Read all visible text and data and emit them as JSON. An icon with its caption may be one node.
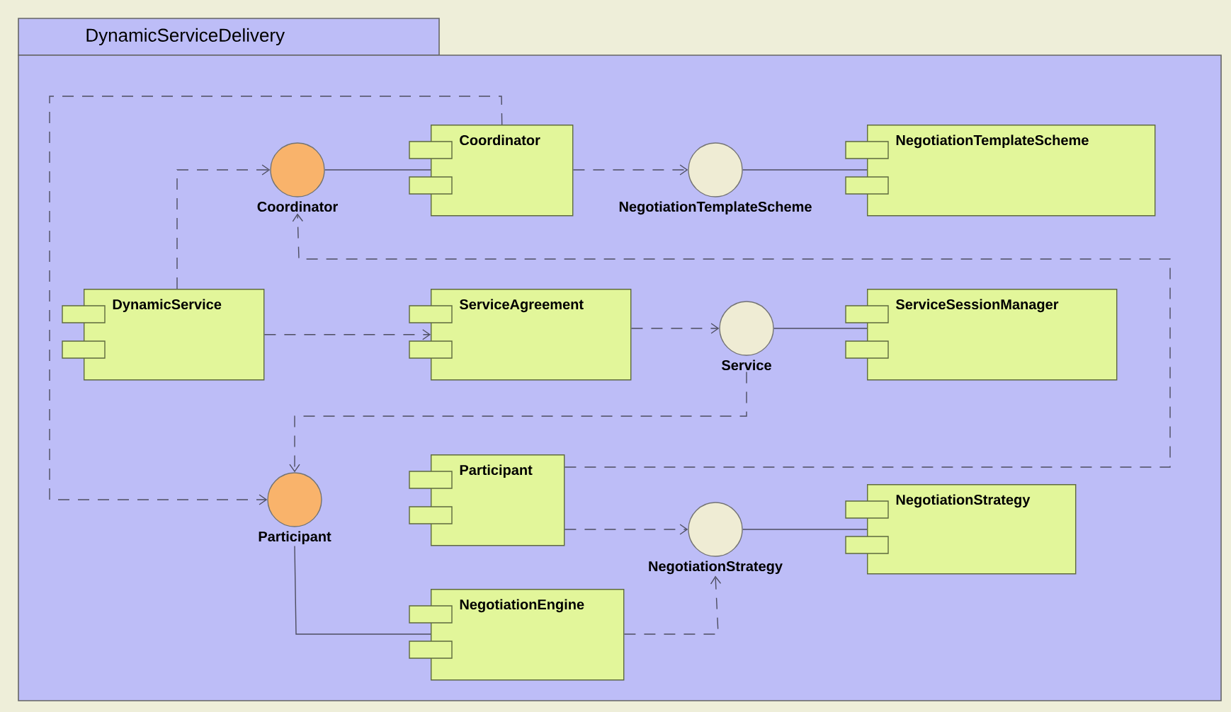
{
  "diagram": {
    "nodes": [
      {
        "text": [
          "DynamicServiceDelivery"
        ]
      },
      {
        "text": [
          "Coordinator"
        ],
        "in": 0
      },
      {
        "text": [
          "Coordinator"
        ],
        "in": 0
      },
      {
        "text": [
          "NegotiationTemplateScheme"
        ],
        "in": 0
      },
      {
        "text": [
          "NegotiationTemplateScheme"
        ],
        "in": 0
      },
      {
        "text": [
          "DynamicService"
        ],
        "in": 0
      },
      {
        "text": [
          "ServiceAgreement"
        ],
        "in": 0
      },
      {
        "text": [
          "Service"
        ],
        "in": 0
      },
      {
        "text": [
          "ServiceSessionManager"
        ],
        "in": 0
      },
      {
        "text": [
          "Participant"
        ],
        "in": 0
      },
      {
        "text": [
          "Participant"
        ],
        "in": 0
      },
      {
        "text": [
          "NegotiationStrategy"
        ],
        "in": 0
      },
      {
        "text": [
          "NegotiationStrategy"
        ],
        "in": 0
      },
      {
        "text": [
          "NegotiationEngine"
        ],
        "in": 0
      }
    ],
    "edges": [
      {
        "from": 5,
        "to": 1,
        "arrow": "to",
        "style": "dashed"
      },
      {
        "from": 1,
        "to": 2,
        "arrow": "none"
      },
      {
        "from": 2,
        "to": 3,
        "arrow": "to",
        "style": "dashed"
      },
      {
        "from": 3,
        "to": 4,
        "arrow": "none"
      },
      {
        "from": 5,
        "to": 6,
        "arrow": "to",
        "style": "dashed"
      },
      {
        "from": 6,
        "to": 7,
        "arrow": "to",
        "style": "dashed"
      },
      {
        "from": 7,
        "to": 8,
        "arrow": "none"
      },
      {
        "from": 7,
        "to": 9,
        "arrow": "to",
        "style": "dashed"
      },
      {
        "from": 2,
        "to": 9,
        "arrow": "to",
        "style": "dashed"
      },
      {
        "from": 10,
        "to": 1,
        "arrow": "to",
        "style": "dashed"
      },
      {
        "from": 10,
        "to": 11,
        "arrow": "to",
        "style": "dashed"
      },
      {
        "from": 11,
        "to": 12,
        "arrow": "none"
      },
      {
        "from": 9,
        "to": 13,
        "arrow": "none"
      },
      {
        "from": 13,
        "to": 11,
        "arrow": "to",
        "style": "dashed"
      }
    ]
  }
}
